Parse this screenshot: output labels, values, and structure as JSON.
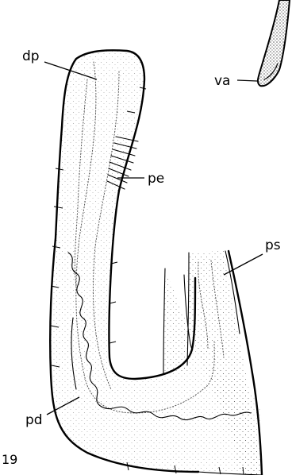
{
  "labels": {
    "dp": "dp",
    "pe": "pe",
    "va": "va",
    "ps": "ps",
    "pd": "pd"
  },
  "figure_number": "19",
  "stipple_color": "#000000"
}
